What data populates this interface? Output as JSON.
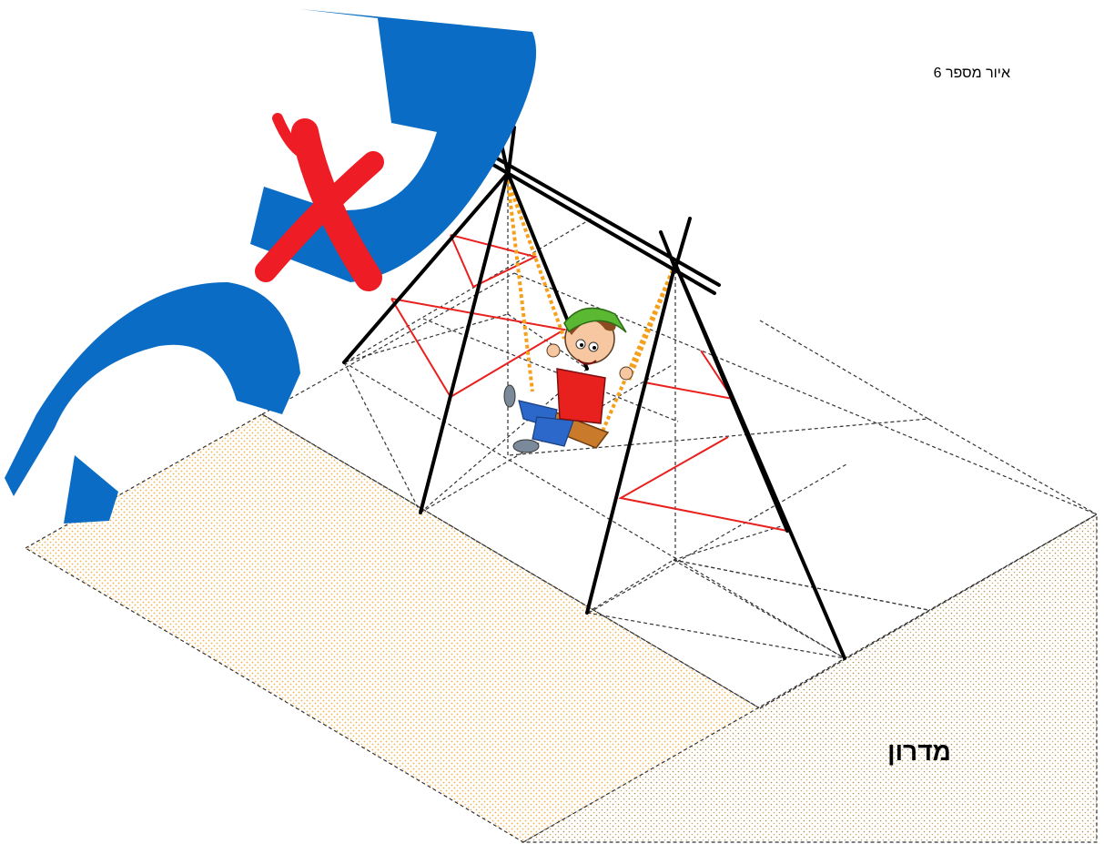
{
  "figure": {
    "caption": "איור מספר 6",
    "slope_label": "מדרון",
    "verdict_icon": "red-x-mark",
    "wrong_marker_icon": "blue-hebrew-letters"
  },
  "colors": {
    "ground_grid": "#333333",
    "frame_legs": "#000000",
    "bracing": "#e8201e",
    "ropes": "#f5a01c",
    "sand_area": "#f2b24a",
    "slope_area": "#b08a4a",
    "wrong_marker": "#0a6cc4",
    "x_mark": "#ee1c25"
  }
}
